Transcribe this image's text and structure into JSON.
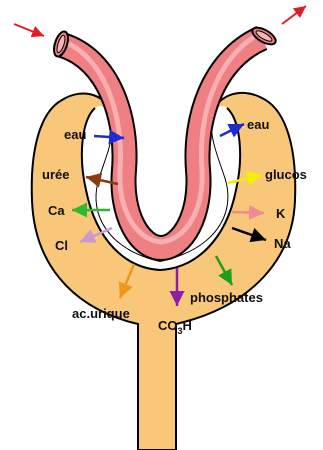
{
  "diagram": {
    "labels": {
      "eau_left": "eau",
      "eau_right": "eau",
      "uree": "urée",
      "glucose": "glucos",
      "ca": "Ca",
      "k": "K",
      "cl": "Cl",
      "na": "Na",
      "phosphates": "phosphates",
      "ac_urique": "ac.urique",
      "co3h_base": "CO",
      "co3h_sub": "3",
      "co3h_tail": "H"
    },
    "colors": {
      "capsule_fill": "#f8c77a",
      "inner_space": "#ffffff",
      "tubule_fill": "#ee7f82",
      "tubule_highlight": "#f7b5b6",
      "flow_arrow": "#e31b23",
      "eau": "#1f2bd1",
      "uree": "#8a3b12",
      "glucose": "#f2f200",
      "ca": "#2db82d",
      "k": "#f08a93",
      "cl": "#c89ad0",
      "na": "#000000",
      "phosphates": "#1d9e1d",
      "ac_urique": "#f0961e",
      "co3h": "#8b1fa8"
    }
  }
}
